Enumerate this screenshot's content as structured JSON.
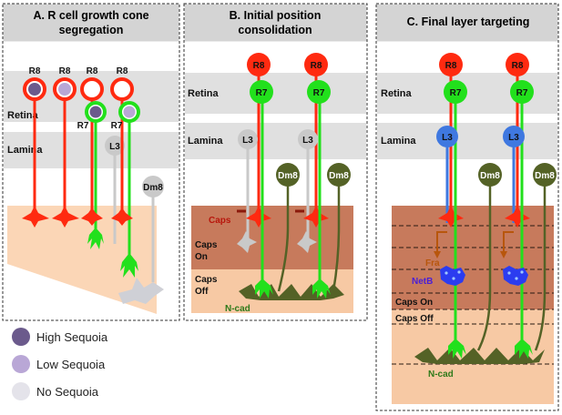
{
  "panels": {
    "a": {
      "title_line1": "A.  R cell growth cone",
      "title_line2": "segregation",
      "retina_label": "Retina",
      "lamina_label": "Lamina",
      "r8_labels": [
        "R8",
        "R8",
        "R8",
        "R8"
      ],
      "r7_labels": [
        "R7",
        "R7"
      ],
      "l3_label": "L3",
      "dm8_label": "Dm8"
    },
    "b": {
      "title_line1": "B.  Initial position",
      "title_line2": "consolidation",
      "retina_label": "Retina",
      "lamina_label": "Lamina",
      "r8_labels": [
        "R8",
        "R8"
      ],
      "r7_labels": [
        "R7",
        "R7"
      ],
      "l3_labels": [
        "L3",
        "L3"
      ],
      "dm8_labels": [
        "Dm8",
        "Dm8"
      ],
      "caps_label": "Caps",
      "caps_on_line1": "Caps",
      "caps_on_line2": "On",
      "caps_off_line1": "Caps",
      "caps_off_line2": "Off",
      "ncad_label": "N-cad"
    },
    "c": {
      "title": "C.  Final layer targeting",
      "retina_label": "Retina",
      "lamina_label": "Lamina",
      "r8_labels": [
        "R8",
        "R8"
      ],
      "r7_labels": [
        "R7",
        "R7"
      ],
      "l3_labels": [
        "L3",
        "L3"
      ],
      "dm8_labels": [
        "Dm8",
        "Dm8"
      ],
      "fra_label": "Fra",
      "netb_label": "NetB",
      "caps_on_label": "Caps On",
      "caps_off_label": "Caps Off",
      "ncad_label": "N-cad"
    }
  },
  "legend": [
    {
      "label": "High Sequoia",
      "color": "#6b5a8c"
    },
    {
      "label": "Low Sequoia",
      "color": "#b9a7d6"
    },
    {
      "label": "No Sequoia",
      "color": "#e4e3ea"
    }
  ],
  "colors": {
    "r8": "#ff2a10",
    "r7": "#22e01c",
    "l3_gray": "#c8c8c8",
    "l3_blue": "#3f78e0",
    "dm8": "#546226",
    "caps_dark": "#c77a5c",
    "caps_light": "#f7c9a4",
    "netb": "#2b3cf0",
    "fra": "#b8560c",
    "region_band": "#e0e0e0"
  }
}
